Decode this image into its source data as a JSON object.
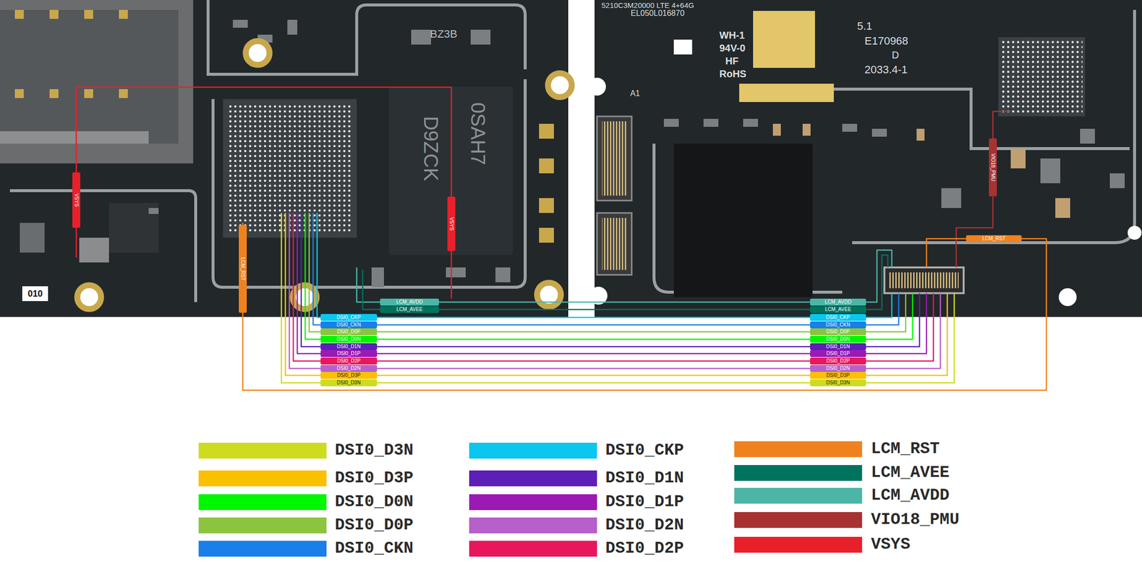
{
  "diagram": {
    "labels": [
      "5210C3M20000 LTE 4+64G",
      "EL050L016870",
      "WH-1",
      "94V-0",
      "HF",
      "RoHS",
      "5.1",
      "E170968",
      "D",
      "2033.4-1",
      "BZ3B",
      "D9ZCK",
      "0SAH7",
      "010",
      "A1",
      "VSYS",
      "VSYS",
      "LCM_RST",
      "LCM_AVDD",
      "LCM_AVEE",
      "DSI0_CKP",
      "DSI0_CKN",
      "DSI0_D0P",
      "DSI0_D0N",
      "DSI0_D1N",
      "DSI0_D1P",
      "DSI0_D2P",
      "DSI0_D2N",
      "DSI0_D3P",
      "DSI0_D3N",
      "LCM_AVDD",
      "LCM_AVEE",
      "DSI0_CKP",
      "DSI0_CKN",
      "DSI0_D0P",
      "DSI0_D0N",
      "DSI0_D1N",
      "DSI0_D1P",
      "DSI0_D2P",
      "DSI0_D2N",
      "DSI0_D3P",
      "DSI0_D3N",
      "LCM_RST",
      "VIO18_PMU"
    ],
    "legend": [
      {
        "text": "DSI0_D3N",
        "color": "#cddc1f"
      },
      {
        "text": "DSI0_D3P",
        "color": "#fbc000"
      },
      {
        "text": "DSI0_D0N",
        "color": "#00f700"
      },
      {
        "text": "DSI0_D0P",
        "color": "#8bc540"
      },
      {
        "text": "DSI0_CKN",
        "color": "#1a7fe8"
      },
      {
        "text": "DSI0_CKP",
        "color": "#0bc6ee"
      },
      {
        "text": "DSI0_D1N",
        "color": "#5d1fb8"
      },
      {
        "text": "DSI0_D1P",
        "color": "#9c1ab4"
      },
      {
        "text": "DSI0_D2N",
        "color": "#b75fcb"
      },
      {
        "text": "DSI0_D2P",
        "color": "#e8175d"
      },
      {
        "text": "LCM_RST",
        "color": "#f0821e"
      },
      {
        "text": "LCM_AVEE",
        "color": "#00735f"
      },
      {
        "text": "LCM_AVDD",
        "color": "#4cb5a6"
      },
      {
        "text": "VIO18_PMU",
        "color": "#a83232"
      },
      {
        "text": "VSYS",
        "color": "#e8202a"
      }
    ]
  }
}
